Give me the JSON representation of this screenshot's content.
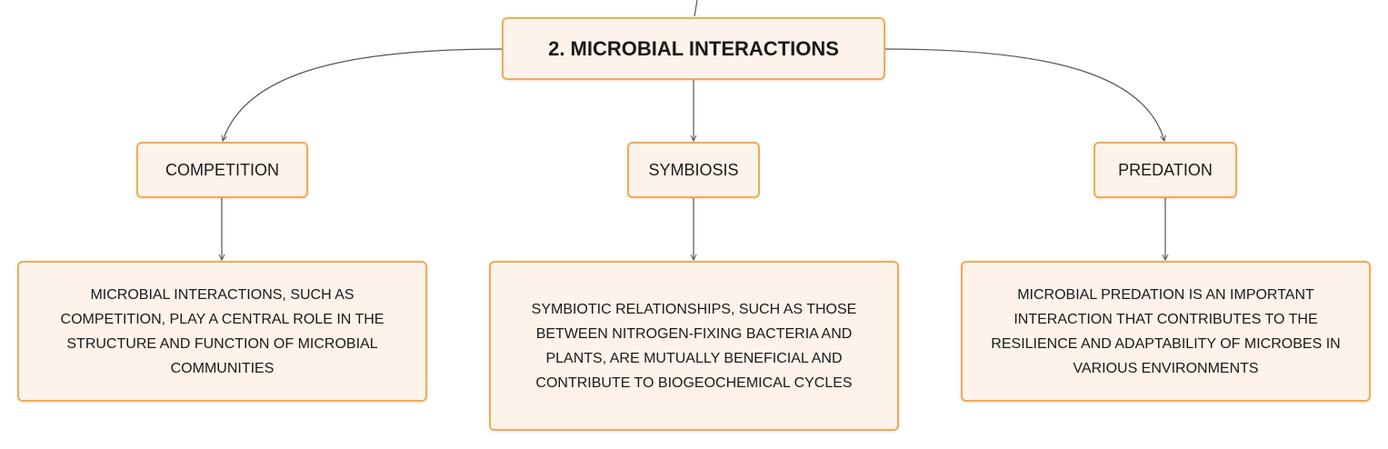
{
  "diagram": {
    "root": {
      "label": "2. MICROBIAL INTERACTIONS"
    },
    "branches": [
      {
        "label": "COMPETITION",
        "detail": "MICROBIAL INTERACTIONS, SUCH AS COMPETITION, PLAY A CENTRAL ROLE IN THE STRUCTURE AND FUNCTION OF MICROBIAL COMMUNITIES"
      },
      {
        "label": "SYMBIOSIS",
        "detail": "SYMBIOTIC RELATIONSHIPS, SUCH AS THOSE BETWEEN NITROGEN-FIXING BACTERIA AND PLANTS, ARE MUTUALLY BENEFICIAL AND CONTRIBUTE TO BIOGEOCHEMICAL CYCLES"
      },
      {
        "label": "PREDATION",
        "detail": "MICROBIAL PREDATION IS AN IMPORTANT INTERACTION THAT CONTRIBUTES TO THE RESILIENCE AND ADAPTABILITY OF MICROBES IN VARIOUS ENVIRONMENTS"
      }
    ]
  },
  "colors": {
    "node_fill": "#fdf3ea",
    "node_border": "#f2aa55",
    "connector": "#555555",
    "text": "#1a1a1a"
  }
}
